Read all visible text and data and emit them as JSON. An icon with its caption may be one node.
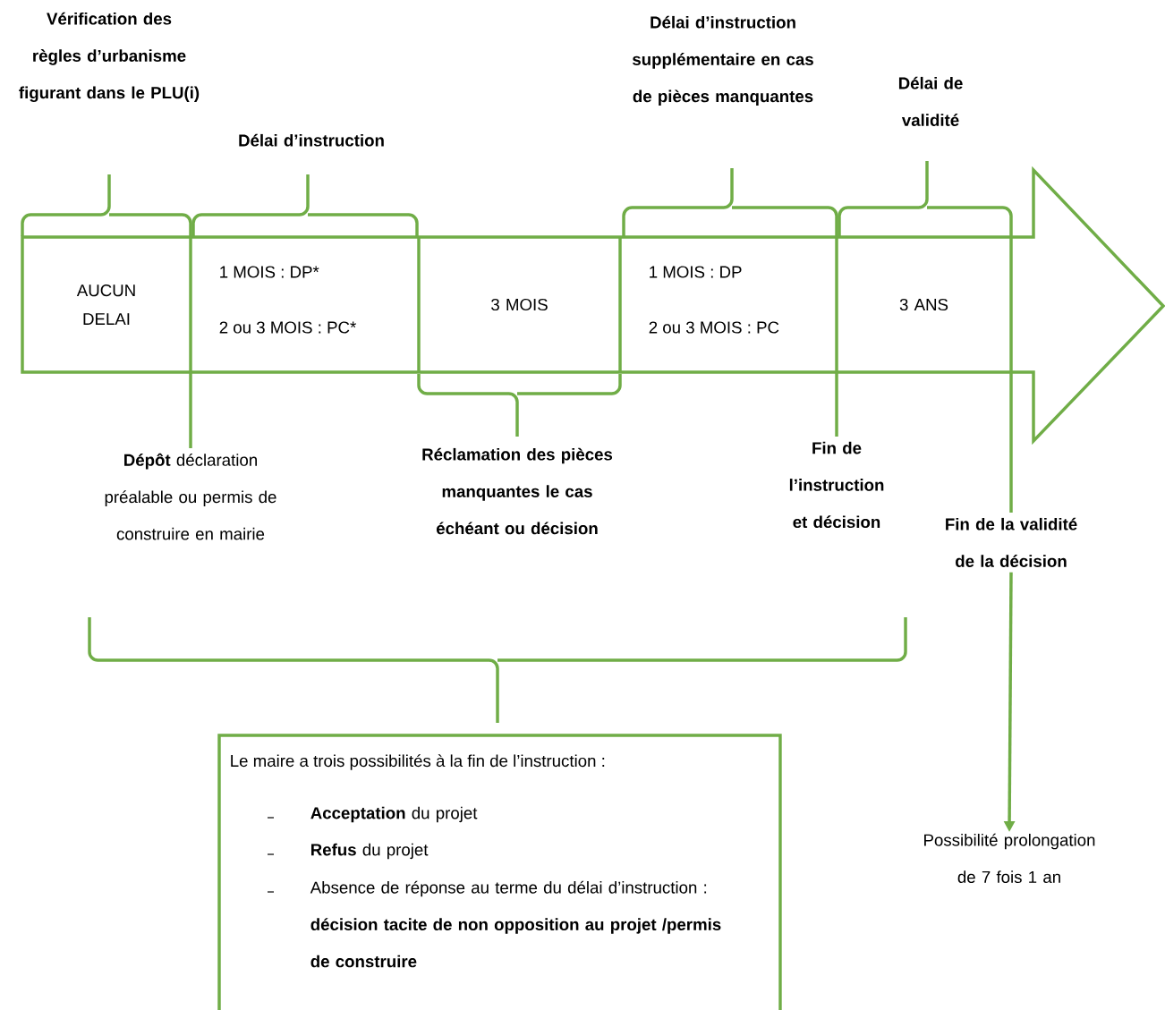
{
  "diagram": {
    "nodes": [
      {
        "text": [
          "AUCUN DELAI"
        ]
      },
      {
        "text": [
          "1 MOIS : DP*",
          "2 ou 3 MOIS : PC*"
        ]
      },
      {
        "text": [
          "3 MOIS"
        ]
      },
      {
        "text": [
          "1 MOIS : DP",
          "2 ou 3 MOIS : PC"
        ]
      },
      {
        "text": [
          "3 ANS"
        ]
      },
      {
        "text": [
          "**Dépôt** déclaration préalable ou permis de construire en mairie"
        ]
      },
      {
        "text": [
          "Fin de l’instruction et décision"
        ]
      },
      {
        "text": [
          "Fin de la validité de la décision"
        ]
      },
      {
        "text": [
          "Possibilité prolongation de 7 fois 1 an"
        ]
      },
      {
        "text": [
          "Le maire a trois possibilités à la fin de l’instruction :",
          "**Acceptation** du projet",
          "**Refus** du projet",
          "Absence de réponse au terme du délai d’instruction : **décision tacite de non opposition au projet /permis de construire**"
        ]
      }
    ],
    "edges": [
      {
        "from": 5,
        "to": null,
        "arrow": "none"
      },
      {
        "from": 6,
        "to": null,
        "arrow": "none"
      },
      {
        "from": 7,
        "to": null,
        "arrow": "none"
      },
      {
        "from": 7,
        "to": 8,
        "arrow": "to"
      }
    ],
    "labels": [
      "Vérification des règles d’urbanisme figurant dans le PLU(i)",
      "Délai d’instruction",
      "Délai d’instruction supplémentaire en cas de pièces manquantes",
      "Délai de validité",
      "Réclamation des pièces manquantes le cas échéant ou décision"
    ]
  }
}
